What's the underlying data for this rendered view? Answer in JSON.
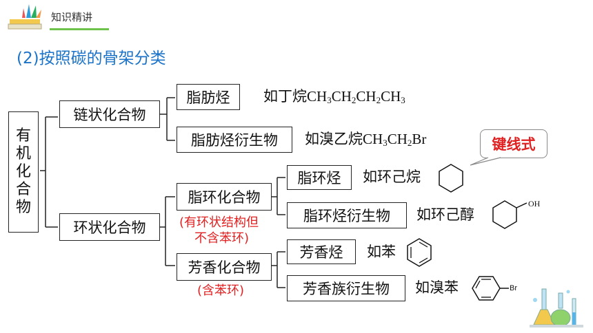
{
  "header": {
    "label": "知识精讲"
  },
  "section_title": "(2)按照碳的骨架分类",
  "root": {
    "chars": [
      "有",
      "机",
      "化",
      "合",
      "物"
    ]
  },
  "chain": {
    "label": "链状化合物",
    "children": [
      {
        "label": "脂肪烃",
        "example_prefix": "如丁烷",
        "formula_html": "CH<sub>3</sub>CH<sub>2</sub>CH<sub>2</sub>CH<sub>3</sub>"
      },
      {
        "label": "脂肪烃衍生物",
        "example_prefix": "如溴乙烷",
        "formula_html": "CH<sub>3</sub>CH<sub>2</sub>Br"
      }
    ]
  },
  "ring": {
    "label": "环状化合物",
    "alicyclic": {
      "label": "脂环化合物",
      "note_line1": "(有环状结构但",
      "note_line2": "不含苯环)",
      "children": [
        {
          "label": "脂环烃",
          "example": "如环己烷"
        },
        {
          "label": "脂环烃衍生物",
          "example": "如环己醇",
          "group": "OH"
        }
      ]
    },
    "aromatic": {
      "label": "芳香化合物",
      "note": "(含苯环)",
      "children": [
        {
          "label": "芳香烃",
          "example": "如苯"
        },
        {
          "label": "芳香族衍生物",
          "example": "如溴苯",
          "group": "Br"
        }
      ]
    }
  },
  "callout": "键线式",
  "colors": {
    "title": "#1a73c8",
    "note": "#e02020",
    "header_line": "#6cc24a"
  }
}
